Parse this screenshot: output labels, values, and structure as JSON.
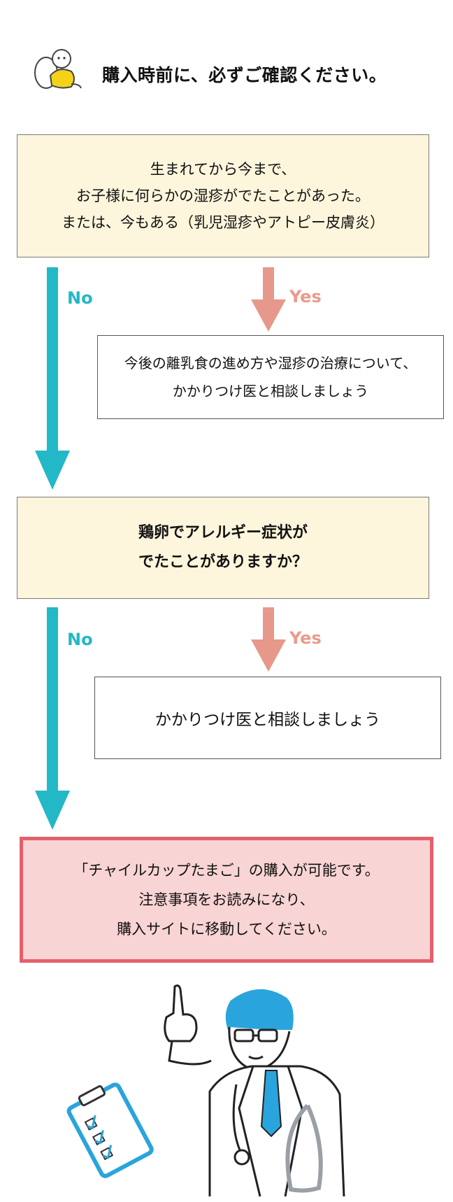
{
  "header": {
    "title": "購入時前に、必ずご確認ください。",
    "icon": "baby-illustration"
  },
  "question1": {
    "lines": [
      "生まれてから今まで、",
      "お子様に何らかの湿疹がでたことがあった。",
      "または、今もある（乳児湿疹やアトピー皮膚炎）"
    ],
    "no_label": "No",
    "yes_label": "Yes",
    "yes_result_lines": [
      "今後の離乳食の進め方や湿疹の治療について、",
      "かかりつけ医と相談しましょう"
    ]
  },
  "question2": {
    "lines": [
      "鶏卵でアレルギー症状が",
      "でたことがありますか？"
    ],
    "no_label": "No",
    "yes_label": "Yes",
    "yes_result": "かかりつけ医と相談しましょう"
  },
  "final": {
    "lines": [
      "「チャイルカップたまご」の購入が可能です。",
      "注意事項をお読みになり、",
      "購入サイトに移動してください。"
    ]
  },
  "illustration": {
    "icon": "doctor-with-clipboard-illustration"
  },
  "colors": {
    "no_arrow": "#22b8c8",
    "yes_arrow": "#e6998a",
    "question_bg": "#fdf5dc",
    "final_bg": "#f9d4d4",
    "final_border": "#e4606a",
    "doctor_blue": "#2aa4dc"
  }
}
